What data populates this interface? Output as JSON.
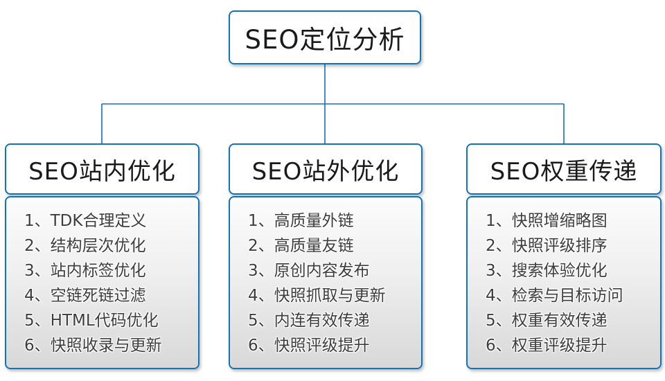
{
  "diagram_title": "SEO定位分析",
  "colors": {
    "accent_border_line": "#1273ba",
    "node_background": "#ffffff",
    "list_gradient_top": "#fcfcfc",
    "list_gradient_bottom": "#d8d8d8",
    "header_text": "#1a1a1a",
    "list_text": "#3d3d3d"
  },
  "root": {
    "title": "SEO定位分析"
  },
  "columns": [
    {
      "title": "SEO站内优化",
      "items": [
        "1、TDK合理定义",
        "2、结构层次优化",
        "3、站内标签优化",
        "4、空链死链过滤",
        "5、HTML代码优化",
        "6、快照收录与更新"
      ]
    },
    {
      "title": "SEO站外优化",
      "items": [
        "1、高质量外链",
        "2、高质量友链",
        "3、原创内容发布",
        "4、快照抓取与更新",
        "5、内连有效传递",
        "6、快照评级提升"
      ]
    },
    {
      "title": "SEO权重传递",
      "items": [
        "1、快照增缩略图",
        "2、快照评级排序",
        "3、搜索体验优化",
        "4、检索与目标访问",
        "5、权重有效传递",
        "6、权重评级提升"
      ]
    }
  ]
}
